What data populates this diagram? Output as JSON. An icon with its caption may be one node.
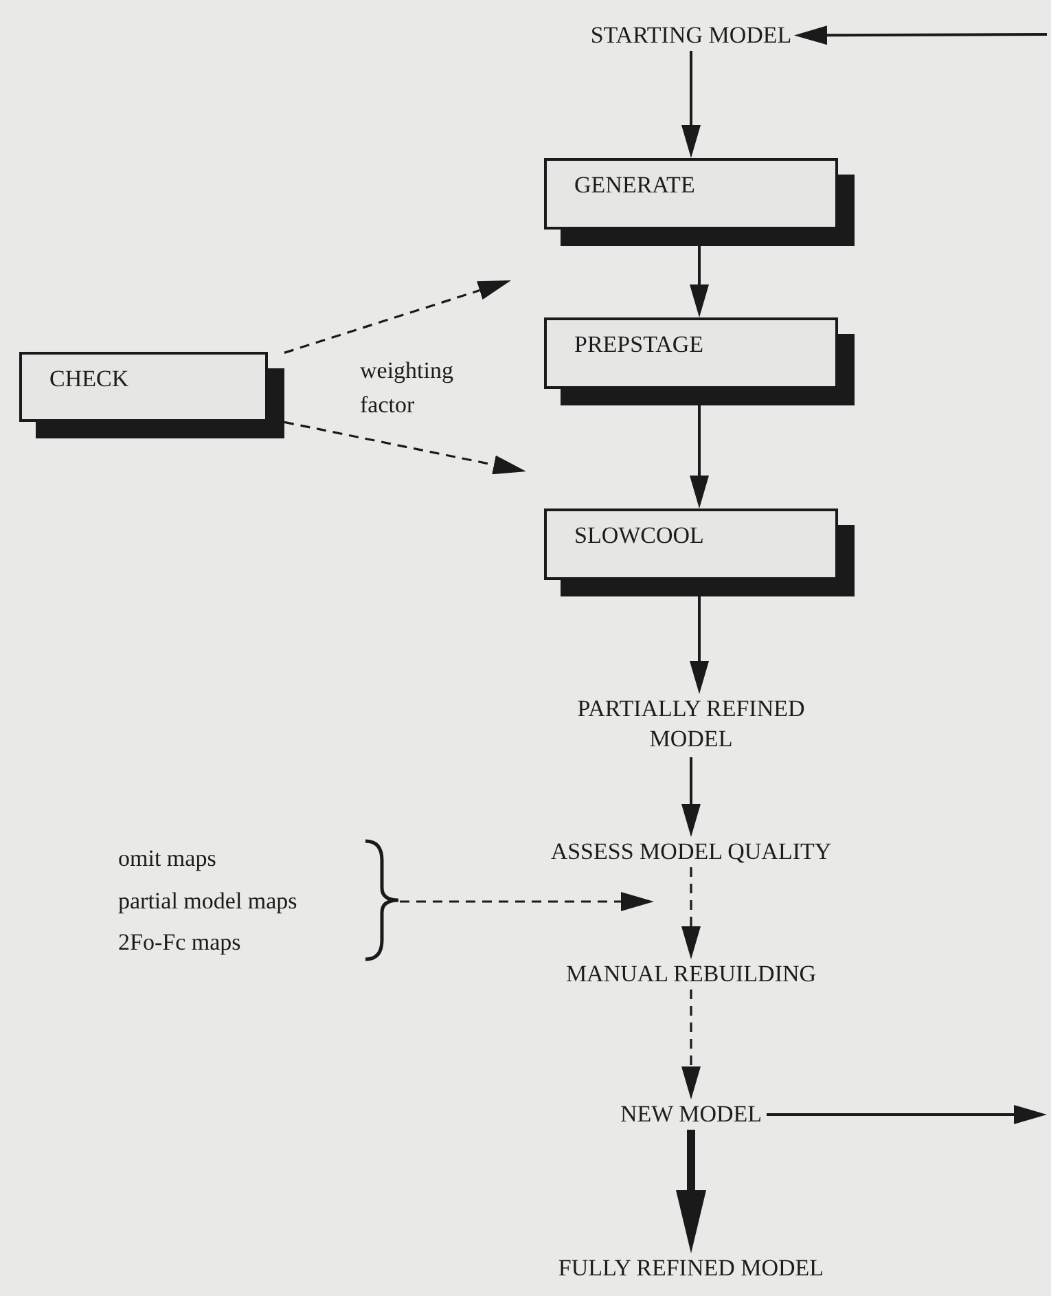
{
  "diagram": {
    "nodes": [
      {
        "text": [
          "STARTING MODEL"
        ]
      },
      {
        "text": [
          "GENERATE"
        ]
      },
      {
        "text": [
          "PREPSTAGE"
        ]
      },
      {
        "text": [
          "CHECK"
        ]
      },
      {
        "text": [
          "SLOWCOOL"
        ]
      },
      {
        "text": [
          "PARTIALLY REFINED MODEL"
        ]
      },
      {
        "text": [
          "ASSESS MODEL QUALITY"
        ]
      },
      {
        "text": [
          "omit maps",
          "partial model maps",
          "2Fo-Fc maps"
        ]
      },
      {
        "text": [
          "MANUAL REBUILDING"
        ]
      },
      {
        "text": [
          "NEW MODEL"
        ]
      },
      {
        "text": [
          "FULLY REFINED MODEL"
        ]
      }
    ],
    "edges": [
      {
        "from": 0,
        "to": 1,
        "arrow": "to"
      },
      {
        "from": 1,
        "to": 2,
        "arrow": "to"
      },
      {
        "from": 2,
        "to": 4,
        "arrow": "to"
      },
      {
        "from": 4,
        "to": 5,
        "arrow": "to"
      },
      {
        "from": 5,
        "to": 6,
        "arrow": "to"
      },
      {
        "from": 6,
        "to": 8,
        "arrow": "to",
        "style": "dashed"
      },
      {
        "from": 8,
        "to": 9,
        "arrow": "to",
        "style": "dashed"
      },
      {
        "from": 9,
        "to": 10,
        "arrow": "to",
        "style": "thick"
      },
      {
        "from": 9,
        "to": null,
        "arrow": "to"
      },
      {
        "from": null,
        "to": 0,
        "arrow": "to"
      },
      {
        "from": 3,
        "to": null,
        "arrow": "to",
        "style": "dashed"
      },
      {
        "from": 3,
        "to": null,
        "arrow": "to",
        "style": "dashed"
      },
      {
        "from": 7,
        "to": null,
        "arrow": "to",
        "style": "dashed"
      }
    ],
    "labels": [
      "weighting factor"
    ]
  }
}
